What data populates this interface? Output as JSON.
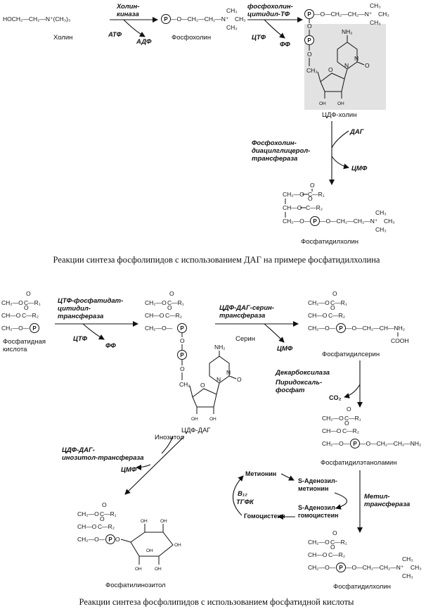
{
  "top": {
    "choline_formula": "HOCH₂—CH₂—N⁺(CH₃)₃",
    "choline": "Холин",
    "enzyme_choline_kinase": [
      "Холин-",
      "киназа"
    ],
    "atp": "АТФ",
    "adp": "АДФ",
    "phosphocholine": "Фосфохолин",
    "enzyme_cytidylyl": [
      "фосфохолин-",
      "цитидил-ТФ"
    ],
    "ctp": "ЦТФ",
    "ppi": "ФФ",
    "cdp_choline": "ЦДФ-холин",
    "enzyme_transferase": [
      "Фосфохолин-",
      "диацилглицерол-",
      "трансфераза"
    ],
    "dag": "ДАГ",
    "cmp": "ЦМФ",
    "phosphatidylcholine": "Фосфатидилхолин",
    "caption": "Реакции синтеза фосфолипидов с использованием ДАГ на примере фосфатидилхолина"
  },
  "bottom": {
    "phosphatidic_acid": [
      "Фосфатидная",
      "кислота"
    ],
    "enzyme_ctp_phosphatidate": [
      "ЦТФ-фосфатидат-",
      "цитидил-",
      "трансфераза"
    ],
    "ctp": "ЦТФ",
    "ppi": "ФФ",
    "cdp_dag": "ЦДФ-ДАГ",
    "enzyme_cdp_dag_serine": [
      "ЦДФ-ДАГ-серин-",
      "трансфераза"
    ],
    "serine": "Серин",
    "cmp": "ЦМФ",
    "phosphatidylserine": "Фосфатидилсерин",
    "decarboxylase": "Декарбоксилаза",
    "plp": [
      "Пиридоксаль-",
      "фосфат"
    ],
    "co2": "CO₂",
    "phosphatidylethanolamine": "Фосфатидилэтаноламин",
    "inositol": "Инозитол",
    "enzyme_inositol": [
      "ЦДФ-ДАГ-",
      "инозитол-трансфераза"
    ],
    "cmp2": "ЦМФ",
    "phosphatidylinositol": "Фосфатилинозитол",
    "methionine": "Метионин",
    "sam": [
      "S-Аденозил-",
      "метионин"
    ],
    "sah": [
      "S-Аденозил-",
      "гомоцистеин"
    ],
    "homocysteine": "Гомоцистеин",
    "b12": [
      "B₁₂",
      "ТГФК"
    ],
    "methyltransferase": [
      "Метил-",
      "трансфераза"
    ],
    "phosphatidylcholine": "Фосфатидилхолин",
    "caption": "Реакции синтеза фосфолипидов с использованием фосфатидной кислоты"
  },
  "chem": {
    "ch2o": "CH₂—O",
    "cho": "CH—O",
    "ch2o_end": "CH₂—O—",
    "ch2": "CH₂",
    "c_r1": "C—R₁",
    "c_r2": "C—R₂",
    "o": "O",
    "p": "P",
    "choline_tail": "—O—CH₂—CH₂—N⁺",
    "ch3": "CH₃",
    "serine_tail": "—O—CH₂—CH—NH₂",
    "cooh": "COOH",
    "ethanolamine_tail": "—O—CH₂—CH₂—NH₂",
    "nh2": "NH₂",
    "n": "N",
    "oh": "OH"
  }
}
